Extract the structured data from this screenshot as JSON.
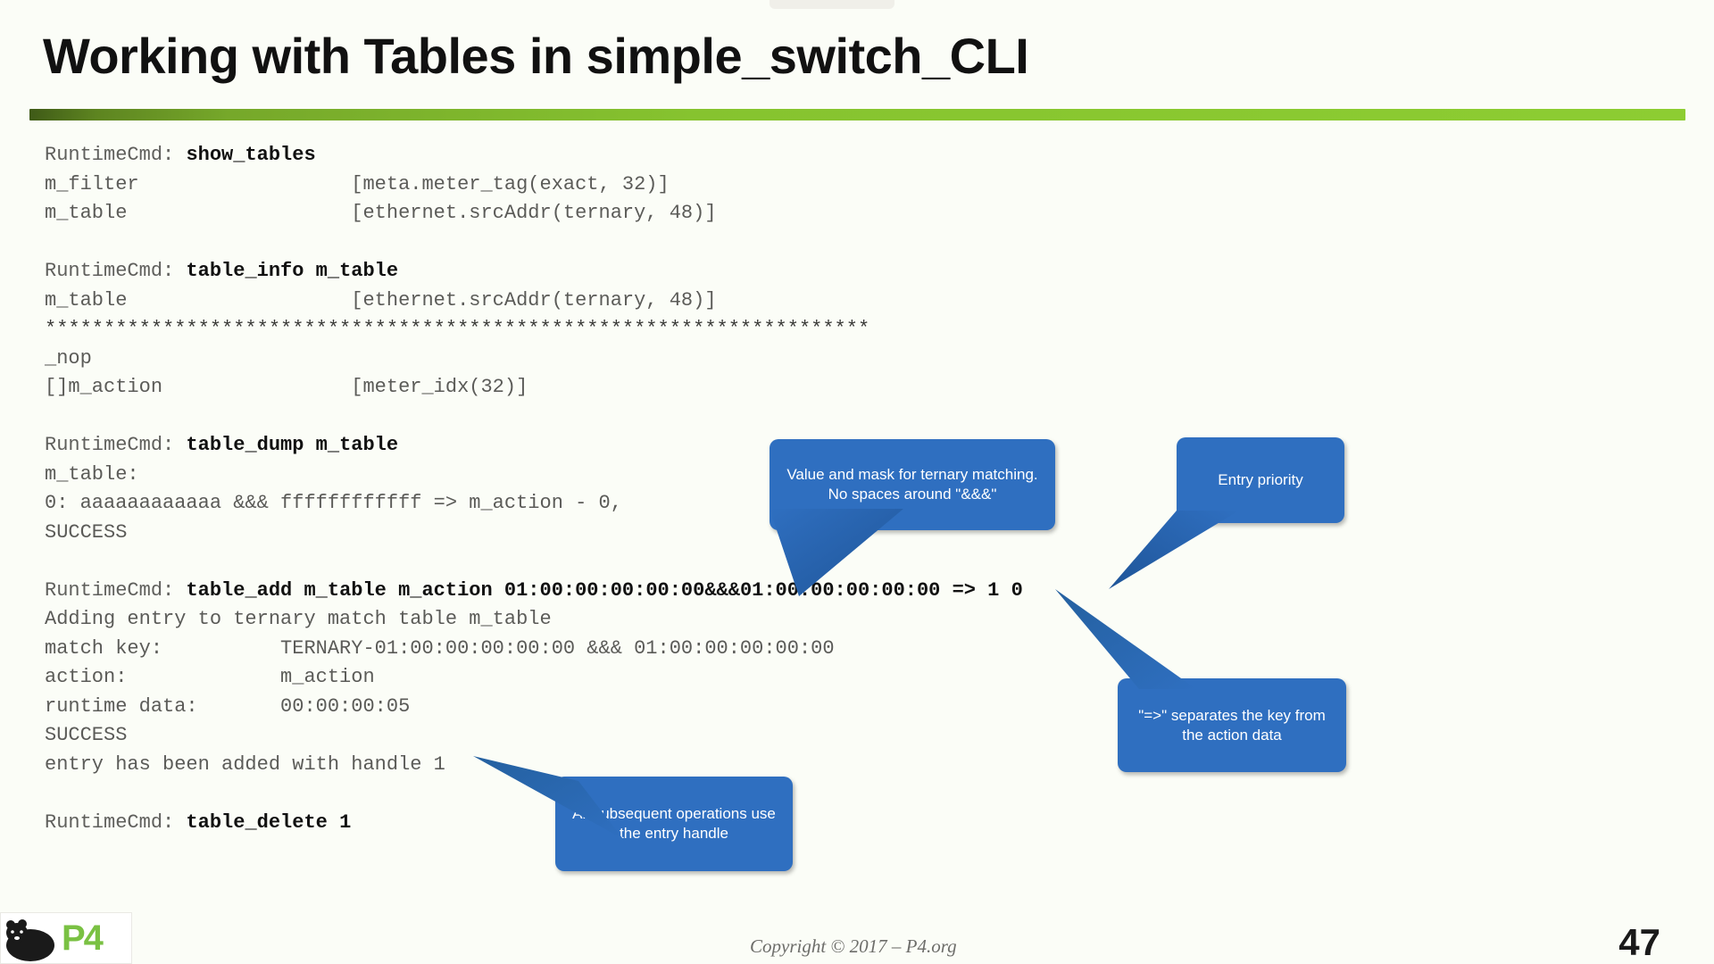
{
  "slide": {
    "title": "Working with Tables in simple_switch_CLI",
    "number": "47",
    "copyright": "Copyright © 2017 – P4.org",
    "logo_text": "P4",
    "accent_green": "#8dcd32",
    "callout_blue": "#2f6fc0",
    "code_color": "#5b5b58"
  },
  "terminal": {
    "lines": [
      {
        "prompt": "RuntimeCmd: ",
        "cmd": "show_tables",
        "rest": ""
      },
      {
        "prompt": "",
        "cmd": "",
        "rest": "m_filter                  [meta.meter_tag(exact, 32)]"
      },
      {
        "prompt": "",
        "cmd": "",
        "rest": "m_table                   [ethernet.srcAddr(ternary, 48)]"
      },
      {
        "prompt": "",
        "cmd": "",
        "rest": ""
      },
      {
        "prompt": "RuntimeCmd: ",
        "cmd": "table_info m_table",
        "rest": ""
      },
      {
        "prompt": "",
        "cmd": "",
        "rest": "m_table                   [ethernet.srcAddr(ternary, 48)]"
      },
      {
        "prompt": "",
        "cmd": "",
        "rest": "**********************************************************************"
      },
      {
        "prompt": "",
        "cmd": "",
        "rest": "_nop"
      },
      {
        "prompt": "",
        "cmd": "",
        "rest": "[]m_action                [meter_idx(32)]"
      },
      {
        "prompt": "",
        "cmd": "",
        "rest": ""
      },
      {
        "prompt": "RuntimeCmd: ",
        "cmd": "table_dump m_table",
        "rest": ""
      },
      {
        "prompt": "",
        "cmd": "",
        "rest": "m_table:"
      },
      {
        "prompt": "",
        "cmd": "",
        "rest": "0: aaaaaaaaaaaa &&& ffffffffffff => m_action - 0,"
      },
      {
        "prompt": "",
        "cmd": "",
        "rest": "SUCCESS"
      },
      {
        "prompt": "",
        "cmd": "",
        "rest": ""
      },
      {
        "prompt": "RuntimeCmd: ",
        "cmd": "table_add m_table m_action 01:00:00:00:00:00&&&01:00:00:00:00:00 => 1 0",
        "rest": ""
      },
      {
        "prompt": "",
        "cmd": "",
        "rest": "Adding entry to ternary match table m_table"
      },
      {
        "prompt": "",
        "cmd": "",
        "rest": "match key:          TERNARY-01:00:00:00:00:00 &&& 01:00:00:00:00:00"
      },
      {
        "prompt": "",
        "cmd": "",
        "rest": "action:             m_action"
      },
      {
        "prompt": "",
        "cmd": "",
        "rest": "runtime data:       00:00:00:05"
      },
      {
        "prompt": "",
        "cmd": "",
        "rest": "SUCCESS"
      },
      {
        "prompt": "",
        "cmd": "",
        "rest": "entry has been added with handle 1"
      },
      {
        "prompt": "",
        "cmd": "",
        "rest": ""
      },
      {
        "prompt": "RuntimeCmd: ",
        "cmd": "table_delete 1",
        "rest": ""
      }
    ]
  },
  "callouts": [
    {
      "id": "ternary-value-mask",
      "text": "Value and mask for ternary matching. No spaces around \"&&&\""
    },
    {
      "id": "entry-priority",
      "text": "Entry priority"
    },
    {
      "id": "arrow-separator",
      "text": "\"=>\" separates the key from the action data"
    },
    {
      "id": "entry-handle",
      "text": "All subsequent operations use the entry handle"
    }
  ]
}
